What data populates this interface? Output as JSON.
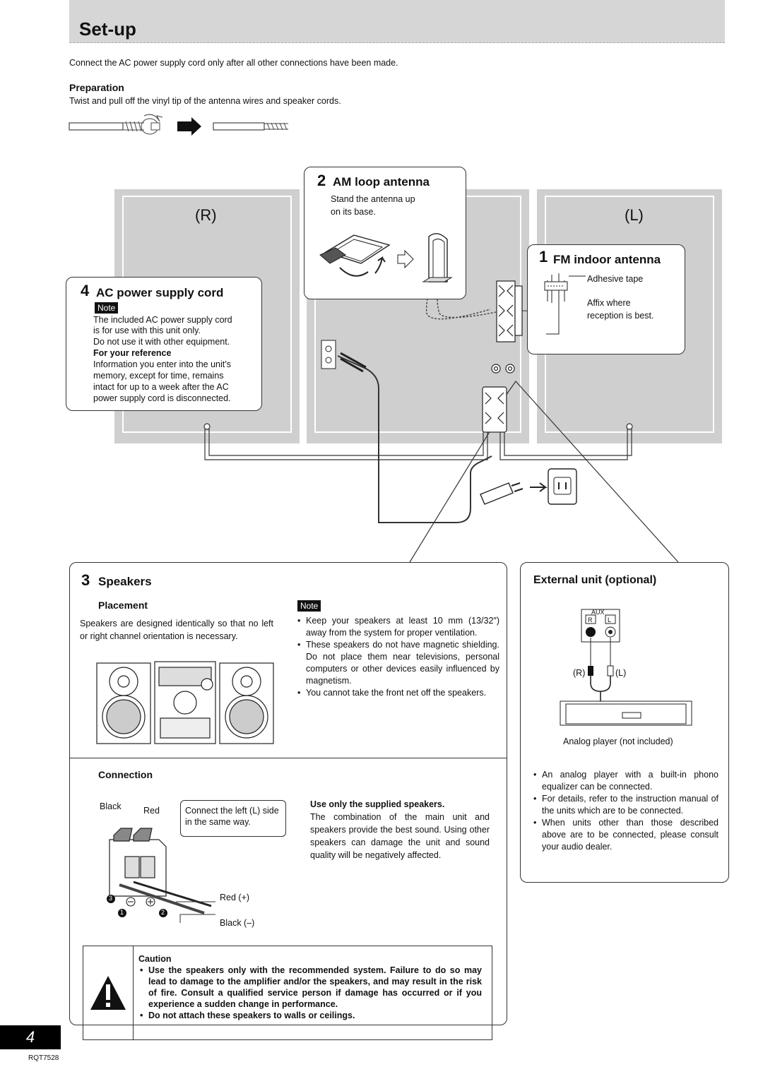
{
  "header": {
    "title": "Set-up"
  },
  "intro": "Connect the AC power supply cord only after all other connections have been made.",
  "preparation": {
    "heading": "Preparation",
    "text": "Twist and pull off the vinyl tip of the antenna wires and speaker cords."
  },
  "diagram": {
    "right_label": "(R)",
    "left_label": "(L)"
  },
  "am_antenna": {
    "number": "2",
    "title": "AM loop antenna",
    "line1": "Stand the antenna up",
    "line2": "on its base."
  },
  "fm_antenna": {
    "number": "1",
    "title": "FM indoor antenna",
    "tape_label": "Adhesive tape",
    "affix_line1": "Affix where",
    "affix_line2": "reception is best."
  },
  "ac_cord": {
    "number": "4",
    "title": "AC power supply cord",
    "note_label": "Note",
    "note_line1": "The included AC power supply cord",
    "note_line2": "is for use with this unit only.",
    "note_line3": "Do not use it with other equipment.",
    "ref_heading": "For your reference",
    "ref_line1": "Information you enter into the unit’s",
    "ref_line2": "memory, except for time, remains",
    "ref_line3": "intact for up to a week after the AC",
    "ref_line4": "power supply cord is disconnected."
  },
  "speakers": {
    "number": "3",
    "title": "Speakers",
    "placement_heading": "Placement",
    "placement_text": "Speakers are designed identically so that no left or right channel orientation is necessary.",
    "note_label": "Note",
    "notes": [
      "Keep your speakers at least 10 mm (13/32″) away from the system for proper ventilation.",
      "These speakers do not have magnetic shielding. Do not place them near televisions, personal computers or other devices easily influenced by magnetism.",
      "You cannot take the front net off the speakers."
    ],
    "connection_heading": "Connection",
    "label_black": "Black",
    "label_red": "Red",
    "callout": "Connect the left (L) side in the same way.",
    "supplied_heading": "Use only the supplied speakers.",
    "supplied_text": "The combination of the main unit and speakers provide the best sound. Using other speakers can damage the unit and sound quality will be negatively affected.",
    "red_plus": "Red (+)",
    "black_minus": "Black (–)",
    "step1": "1",
    "step2": "2",
    "step3": "3"
  },
  "caution": {
    "heading": "Caution",
    "items": [
      "Use the speakers only with the recommended system. Failure to do so may lead to damage to the amplifier and/or the speakers, and may result in the risk of fire. Consult a qualified service person if damage has occurred or if you experience a sudden change in performance.",
      "Do not attach these speakers to walls or ceilings."
    ]
  },
  "external": {
    "title": "External unit (optional)",
    "aux_label": "AUX",
    "jack_r": "R",
    "jack_l": "L",
    "plug_r": "(R)",
    "plug_l": "(L)",
    "player_caption": "Analog player (not included)",
    "items": [
      "An analog player with a built-in phono equalizer can be connected.",
      "For details, refer to the instruction manual of the units which are to be connected.",
      "When units other than those described above are to be connected, please consult your audio dealer."
    ]
  },
  "footer": {
    "page_number": "4",
    "code": "RQT7528"
  }
}
